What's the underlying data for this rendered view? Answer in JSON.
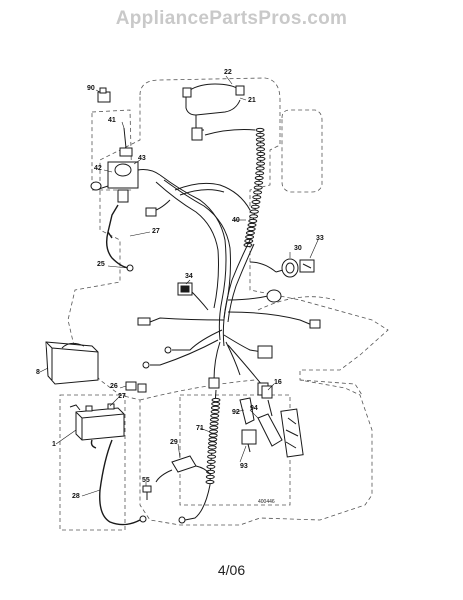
{
  "watermark": "AppliancePartsPros.com",
  "footer": "4/06",
  "document_number": "400446",
  "callouts": [
    "22",
    "21",
    "90",
    "41",
    "43",
    "42",
    "27",
    "25",
    "34",
    "40",
    "30",
    "33",
    "8",
    "26",
    "27",
    "1",
    "16",
    "92",
    "94",
    "71",
    "29",
    "93",
    "28",
    "55"
  ],
  "colors": {
    "line": "#1a1a1a",
    "dash": "#555555",
    "watermark": "#c9c9c9"
  }
}
